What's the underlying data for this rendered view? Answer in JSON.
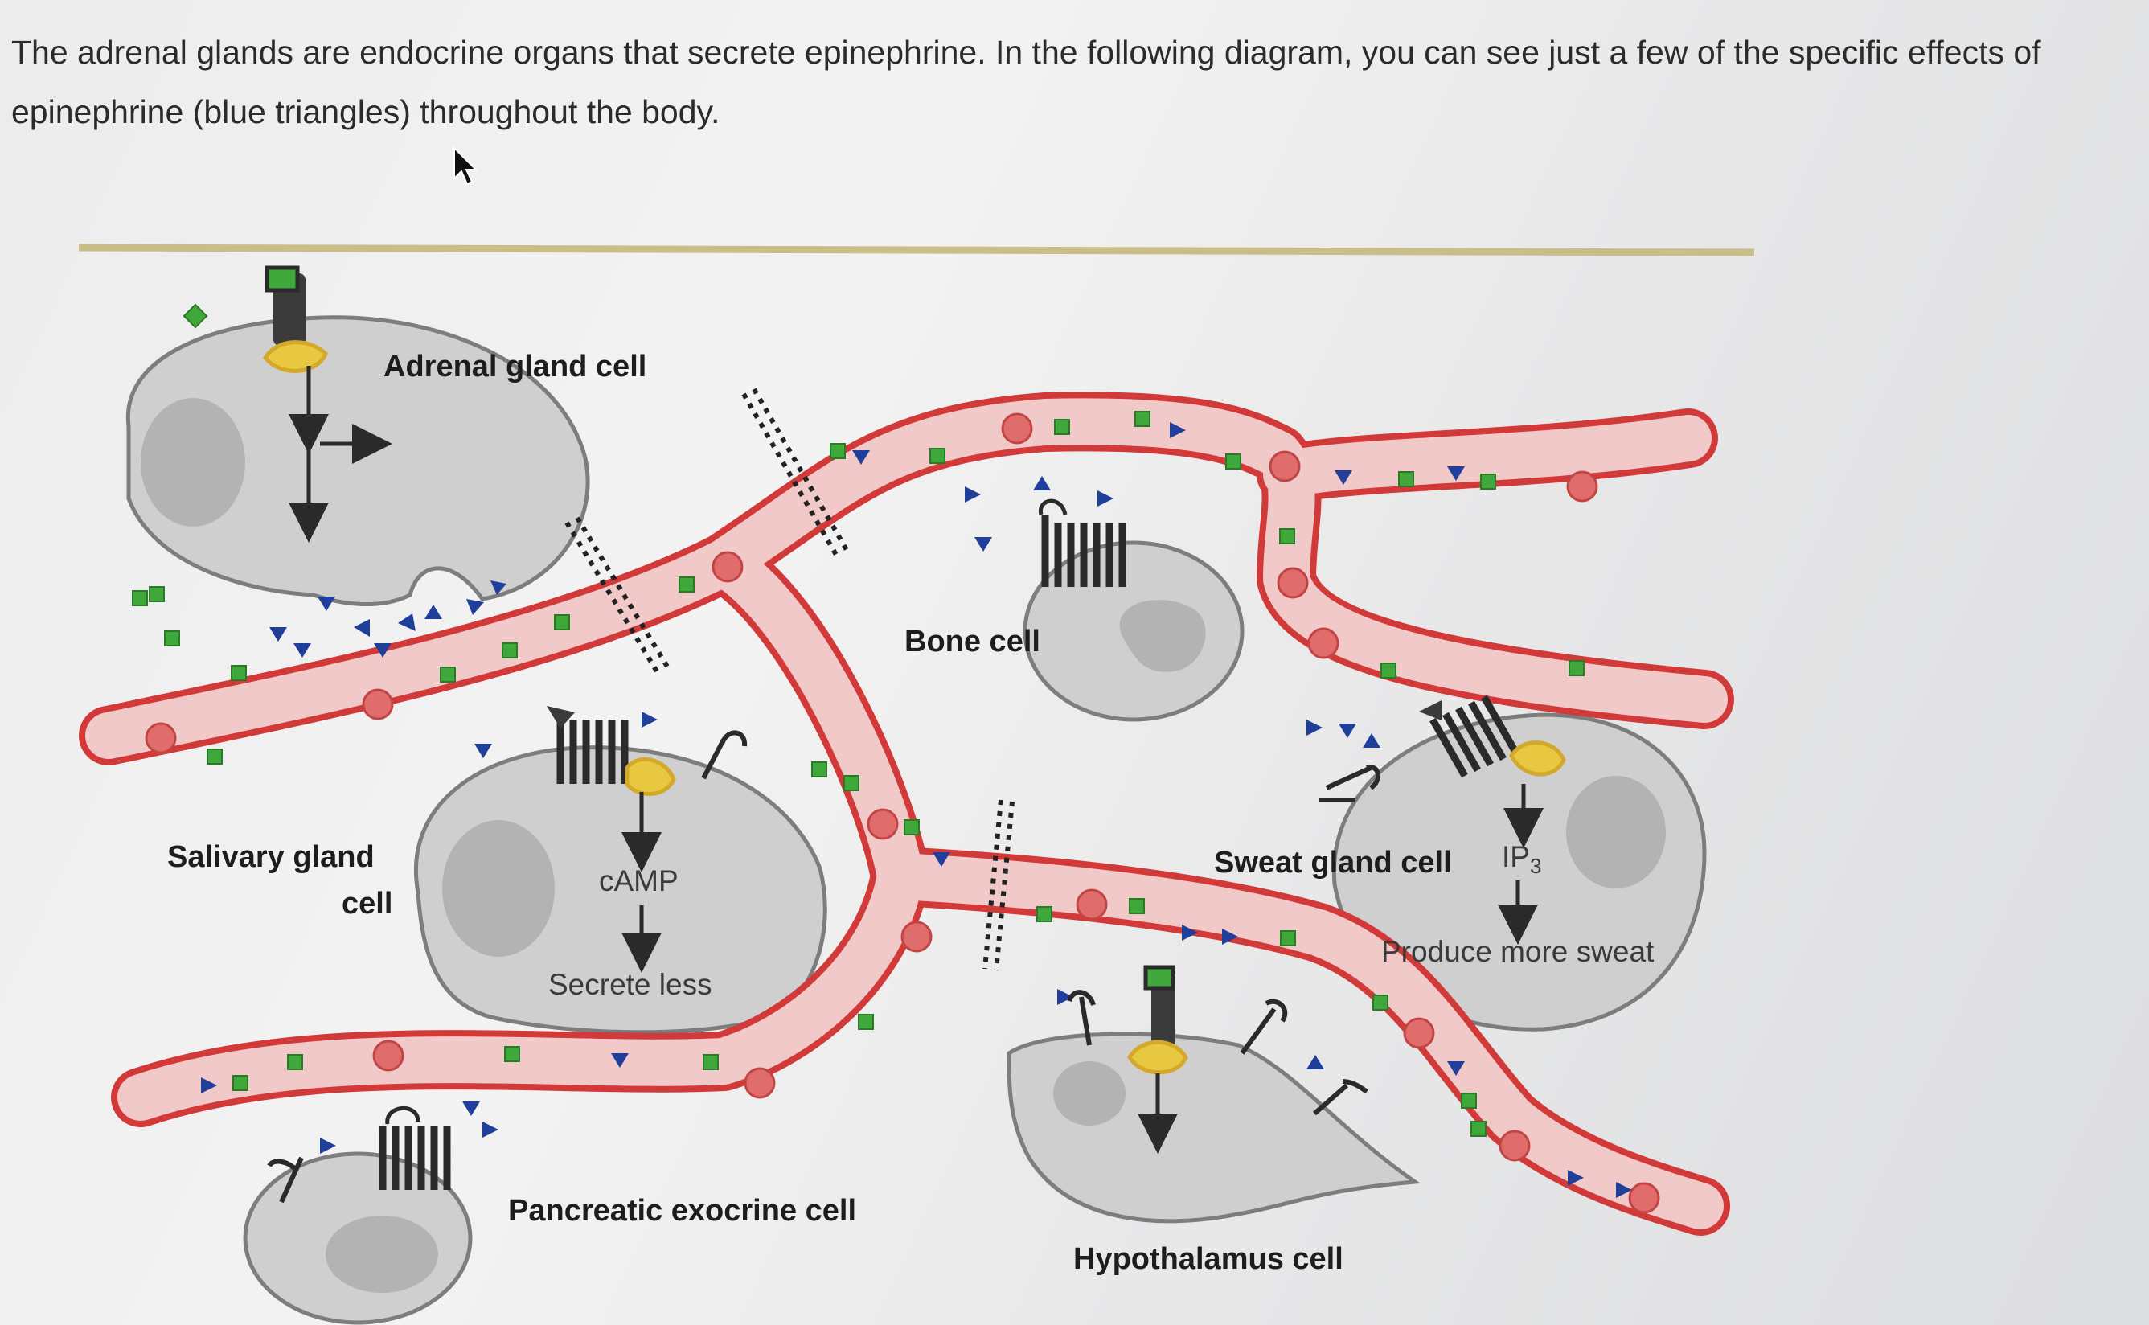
{
  "intro": {
    "line1": "The adrenal glands are endocrine organs that secrete epinephrine. In the following diagram, you can see just a few of the specific effects of",
    "line2": "epinephrine (blue triangles) throughout the body."
  },
  "labels": {
    "adrenal": "Adrenal gland cell",
    "bone": "Bone cell",
    "salivary_1": "Salivary gland",
    "salivary_2": "cell",
    "camp": "cAMP",
    "secrete_less": "Secrete less",
    "sweat": "Sweat gland cell",
    "ip3": "IP",
    "ip3_sub": "3",
    "produce_sweat": "Produce more sweat",
    "pancreatic": "Pancreatic exocrine cell",
    "hypothalamus": "Hypothalamus cell"
  },
  "colors": {
    "vessel_fill": "#f2c9c9",
    "vessel_wall": "#d23a3a",
    "rbc": "#e06c6c",
    "epinephrine": "#1f3f9a",
    "green_molecule": "#3fa83a",
    "cell_fill": "#cfcfcf",
    "nucleus": "#b3b3b3",
    "membrane": "#7d7d7d",
    "gprotein": "#e8c840",
    "divider": "#c9bf86"
  },
  "icons": [
    "arrow-cursor-icon",
    "receptor-icon",
    "epinephrine-triangle-icon",
    "green-molecule-icon",
    "red-blood-cell-icon"
  ]
}
